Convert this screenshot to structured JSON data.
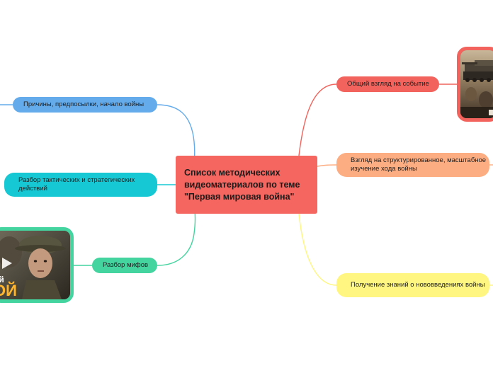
{
  "central": {
    "title": "Список методических видеоматериалов по теме \"Первая мировая война\""
  },
  "left_branches": [
    {
      "label": "Причины, предпосылки, начало войны",
      "color": "#64abeb"
    },
    {
      "label": "Разбор тактических и стратегических действий",
      "color": "#16c8d3"
    },
    {
      "label": "Разбор мифов",
      "color": "#43d4a0"
    }
  ],
  "right_branches": [
    {
      "label": "Общий взгляд на событие",
      "color": "#f1635c"
    },
    {
      "label": "Взгляд на структурированное, масштабное изучение хода войны",
      "color": "#fdad82"
    },
    {
      "label": "Получение знаний о нововведениях войны",
      "color": "#fef681"
    }
  ],
  "images": {
    "left_thumbnail": {
      "description": "soldier-helmet-video-thumbnail",
      "caption_line1": "ой",
      "caption_line2": "ОЙ"
    },
    "right_thumbnail": {
      "description": "tank-battlefield-video-thumbnail"
    }
  }
}
